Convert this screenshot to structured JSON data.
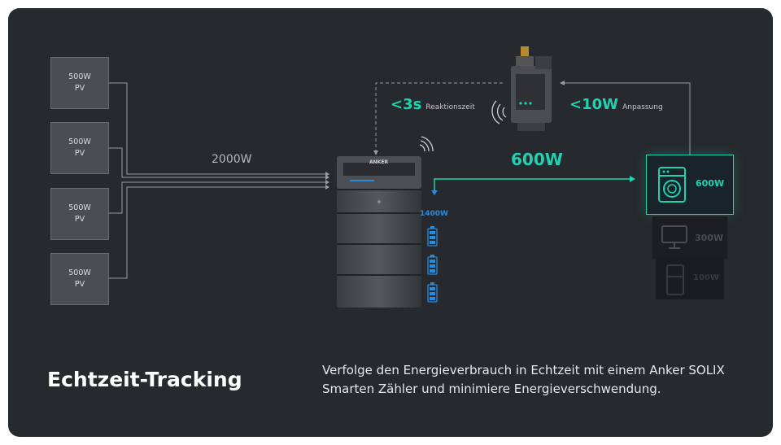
{
  "pv_panels": [
    {
      "power": "500W",
      "label": "PV"
    },
    {
      "power": "500W",
      "label": "PV"
    },
    {
      "power": "500W",
      "label": "PV"
    },
    {
      "power": "500W",
      "label": "PV"
    }
  ],
  "pv_total": "2000W",
  "battery_brand": "ANKER",
  "battery_power": "1400W",
  "flow_power": "600W",
  "response": {
    "value": "<3s",
    "label": "Reaktionszeit"
  },
  "adjust": {
    "value": "<10W",
    "label": "Anpassung"
  },
  "appliances": [
    {
      "name": "washing-machine",
      "power": "600W",
      "active": true
    },
    {
      "name": "computer",
      "power": "300W",
      "active": false
    },
    {
      "name": "fridge",
      "power": "100W",
      "active": false
    }
  ],
  "heading": "Echtzeit-Tracking",
  "description": "Verfolge den Energieverbrauch in Echtzeit mit einem Anker SOLIX Smarten Zähler und minimiere Energieverschwendung.",
  "colors": {
    "accent": "#1fd2b0",
    "battery_blue": "#2a8bd8",
    "background": "#26292d"
  }
}
